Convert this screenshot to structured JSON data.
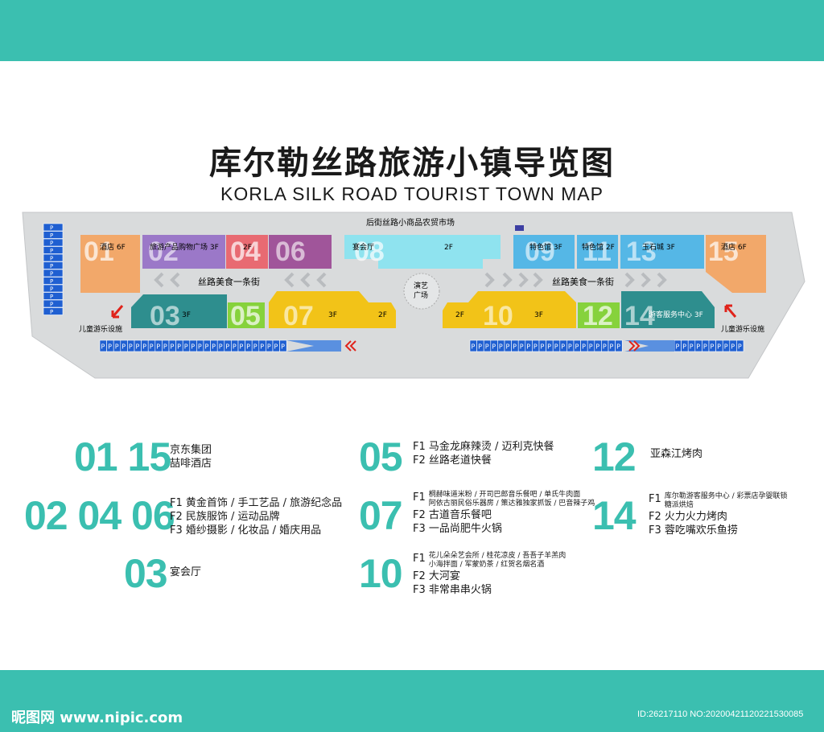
{
  "title_cn": "库尔勒丝路旅游小镇导览图",
  "title_en": "KORLA SILK ROAD TOURIST TOWN MAP",
  "colors": {
    "teal": "#3bbfb0",
    "orange": "#f2a86a",
    "purple": "#9b78c8",
    "salmon": "#e86a72",
    "plum": "#a0559a",
    "cyan": "#8fe3ef",
    "blue": "#55b7e6",
    "darkteal": "#2e8e8e",
    "green": "#86d23c",
    "yellow": "#f2c318",
    "parking": "#1f5fd1"
  },
  "map": {
    "back_street": "后街丝路小商品农贸市场",
    "food_street_left": "丝路美食一条街",
    "food_street_right": "丝路美食一条街",
    "plaza": "演艺\n广场",
    "plaza_l1": "演艺",
    "plaza_l2": "广场",
    "kids_left": "儿童游乐设施",
    "kids_right": "儿童游乐设施",
    "parking_p": "P",
    "buildings": [
      {
        "num": "01",
        "label": "酒店 6F"
      },
      {
        "num": "02",
        "label": "旅游产品购物广场 3F"
      },
      {
        "num": "04",
        "label": "2F"
      },
      {
        "num": "06",
        "label": ""
      },
      {
        "num": "08",
        "label": "宴会厅",
        "label2": "2F"
      },
      {
        "num": "09",
        "label": "特色馆 3F"
      },
      {
        "num": "11",
        "label": "特色馆 2F"
      },
      {
        "num": "13",
        "label": "玉石城 3F"
      },
      {
        "num": "15",
        "label": "酒店 6F"
      },
      {
        "num": "03",
        "label": "3F"
      },
      {
        "num": "05",
        "label": ""
      },
      {
        "num": "07",
        "label": "3F",
        "label2": "2F"
      },
      {
        "num": "10",
        "label": "3F",
        "label2": "2F"
      },
      {
        "num": "12",
        "label": ""
      },
      {
        "num": "14",
        "label": "游客服务中心 3F"
      }
    ]
  },
  "legend": [
    {
      "nums": "01 15",
      "lines": [
        "京东集团",
        "喆啡酒店"
      ]
    },
    {
      "nums": "02 04 06",
      "lines": [
        "F1 黄金首饰 / 手工艺品 / 旅游纪念品",
        "F2 民族服饰 / 运动品牌",
        "F3 婚纱摄影 / 化妆品 / 婚庆用品"
      ]
    },
    {
      "nums": "03",
      "lines": [
        "宴会厅"
      ]
    },
    {
      "nums": "05",
      "lines": [
        "F1 马金龙麻辣烫 / 迈利克快餐",
        "F2 丝路老道快餐"
      ]
    },
    {
      "nums": "07",
      "f1_label": "F1",
      "f1_small": [
        "桐赫味道米粉 / 开司巴郎音乐餐吧 / 单氏牛肉面",
        "阿依古丽民俗乐器房 / 策达雅独家抓饭 / 巴音辣子鸡"
      ],
      "lines": [
        "F2 古道音乐餐吧",
        "F3 一品尚肥牛火锅"
      ]
    },
    {
      "nums": "10",
      "f1_label": "F1",
      "f1_small": [
        "花儿朵朵艺会所 / 桂花凉皮 / 吾吾子羊羔肉",
        "小海拌面 / 军蒙奶茶 / 红贺名烟名酒"
      ],
      "lines": [
        "F2 大河宴",
        "F3 非常串串火锅"
      ]
    },
    {
      "nums": "12",
      "lines": [
        "亚森江烤肉"
      ]
    },
    {
      "nums": "14",
      "f1_label": "F1",
      "f1_small": [
        "库尔勒游客服务中心 / 彩票店孕婴联锁",
        "糖派烘焙"
      ],
      "lines": [
        "F2 火力火力烤肉",
        "F3 蓉吃嘴欢乐鱼捞"
      ]
    }
  ],
  "footer": {
    "logo": "昵图网 www.nipic.com",
    "id": "ID:26217110 NO:20200421120221530085"
  }
}
